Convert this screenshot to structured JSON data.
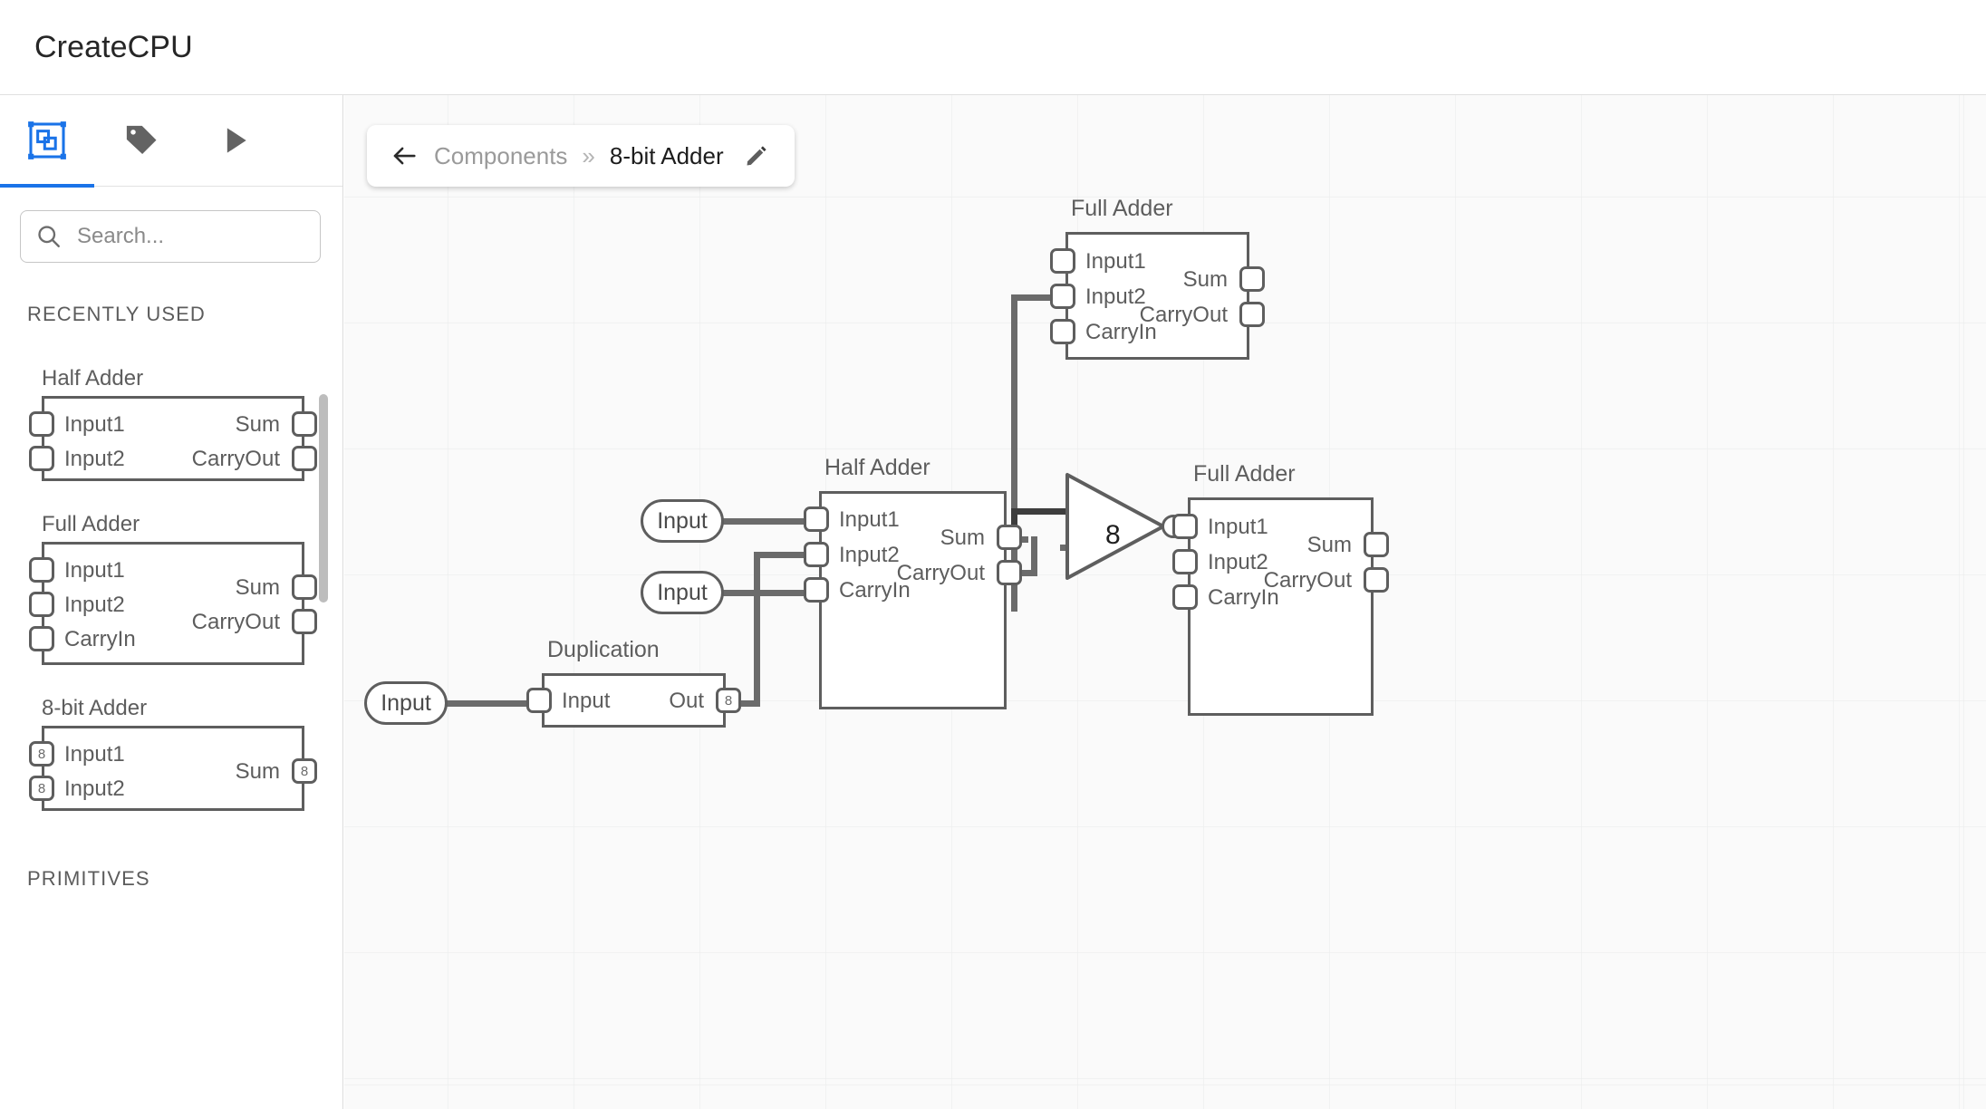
{
  "app": {
    "title": "CreateCPU"
  },
  "sidebar": {
    "tabs": [
      {
        "name": "components-tab",
        "icon": "components-icon",
        "active": true
      },
      {
        "name": "labels-tab",
        "icon": "tag-icon",
        "active": false
      },
      {
        "name": "run-tab",
        "icon": "play-icon",
        "active": false
      }
    ],
    "search": {
      "placeholder": "Search...",
      "value": "",
      "icon": "search-icon"
    },
    "sections": [
      {
        "label": "RECENTLY USED"
      },
      {
        "label": "PRIMITIVES"
      }
    ],
    "recently_used": [
      {
        "name": "Half Adder",
        "inputs": [
          {
            "label": "Input1",
            "width": ""
          },
          {
            "label": "Input2",
            "width": ""
          }
        ],
        "outputs": [
          {
            "label": "Sum",
            "width": ""
          },
          {
            "label": "CarryOut",
            "width": ""
          }
        ]
      },
      {
        "name": "Full Adder",
        "inputs": [
          {
            "label": "Input1",
            "width": ""
          },
          {
            "label": "Input2",
            "width": ""
          },
          {
            "label": "CarryIn",
            "width": ""
          }
        ],
        "outputs": [
          {
            "label": "Sum",
            "width": ""
          },
          {
            "label": "CarryOut",
            "width": ""
          }
        ]
      },
      {
        "name": "8-bit Adder",
        "inputs": [
          {
            "label": "Input1",
            "width": "8"
          },
          {
            "label": "Input2",
            "width": "8"
          }
        ],
        "outputs": [
          {
            "label": "Sum",
            "width": "8"
          }
        ]
      }
    ]
  },
  "canvas": {
    "breadcrumb": {
      "back_icon": "arrow-left-icon",
      "root": "Components",
      "separator": "»",
      "current": "8-bit Adder",
      "edit_icon": "pencil-icon"
    },
    "nodes": {
      "full_adder_top": {
        "title": "Full Adder",
        "inputs": [
          "Input1",
          "Input2",
          "CarryIn"
        ],
        "outputs": [
          "Sum",
          "CarryOut"
        ]
      },
      "half_adder_mid": {
        "title": "Half Adder",
        "inputs": [
          "Input1",
          "Input2",
          "CarryIn"
        ],
        "outputs": [
          "Sum",
          "CarryOut"
        ]
      },
      "full_adder_right": {
        "title": "Full Adder",
        "inputs": [
          "Input1",
          "Input2",
          "CarryIn"
        ],
        "outputs": [
          "Sum",
          "CarryOut"
        ]
      },
      "duplication": {
        "title": "Duplication",
        "inputs": [
          "Input"
        ],
        "outputs": [
          "Out"
        ],
        "out_width": "8"
      },
      "buffer_gate": {
        "width_label": "8"
      }
    },
    "io_pills": [
      {
        "label": "Input"
      },
      {
        "label": "Input"
      },
      {
        "label": "Input"
      }
    ]
  },
  "colors": {
    "accent": "#1a73e8",
    "stroke": "#5e5e5e",
    "wire": "#6b6b6b",
    "text": "#5d5d5d",
    "canvas_bg": "#fafafa",
    "grid": "#eceded"
  }
}
